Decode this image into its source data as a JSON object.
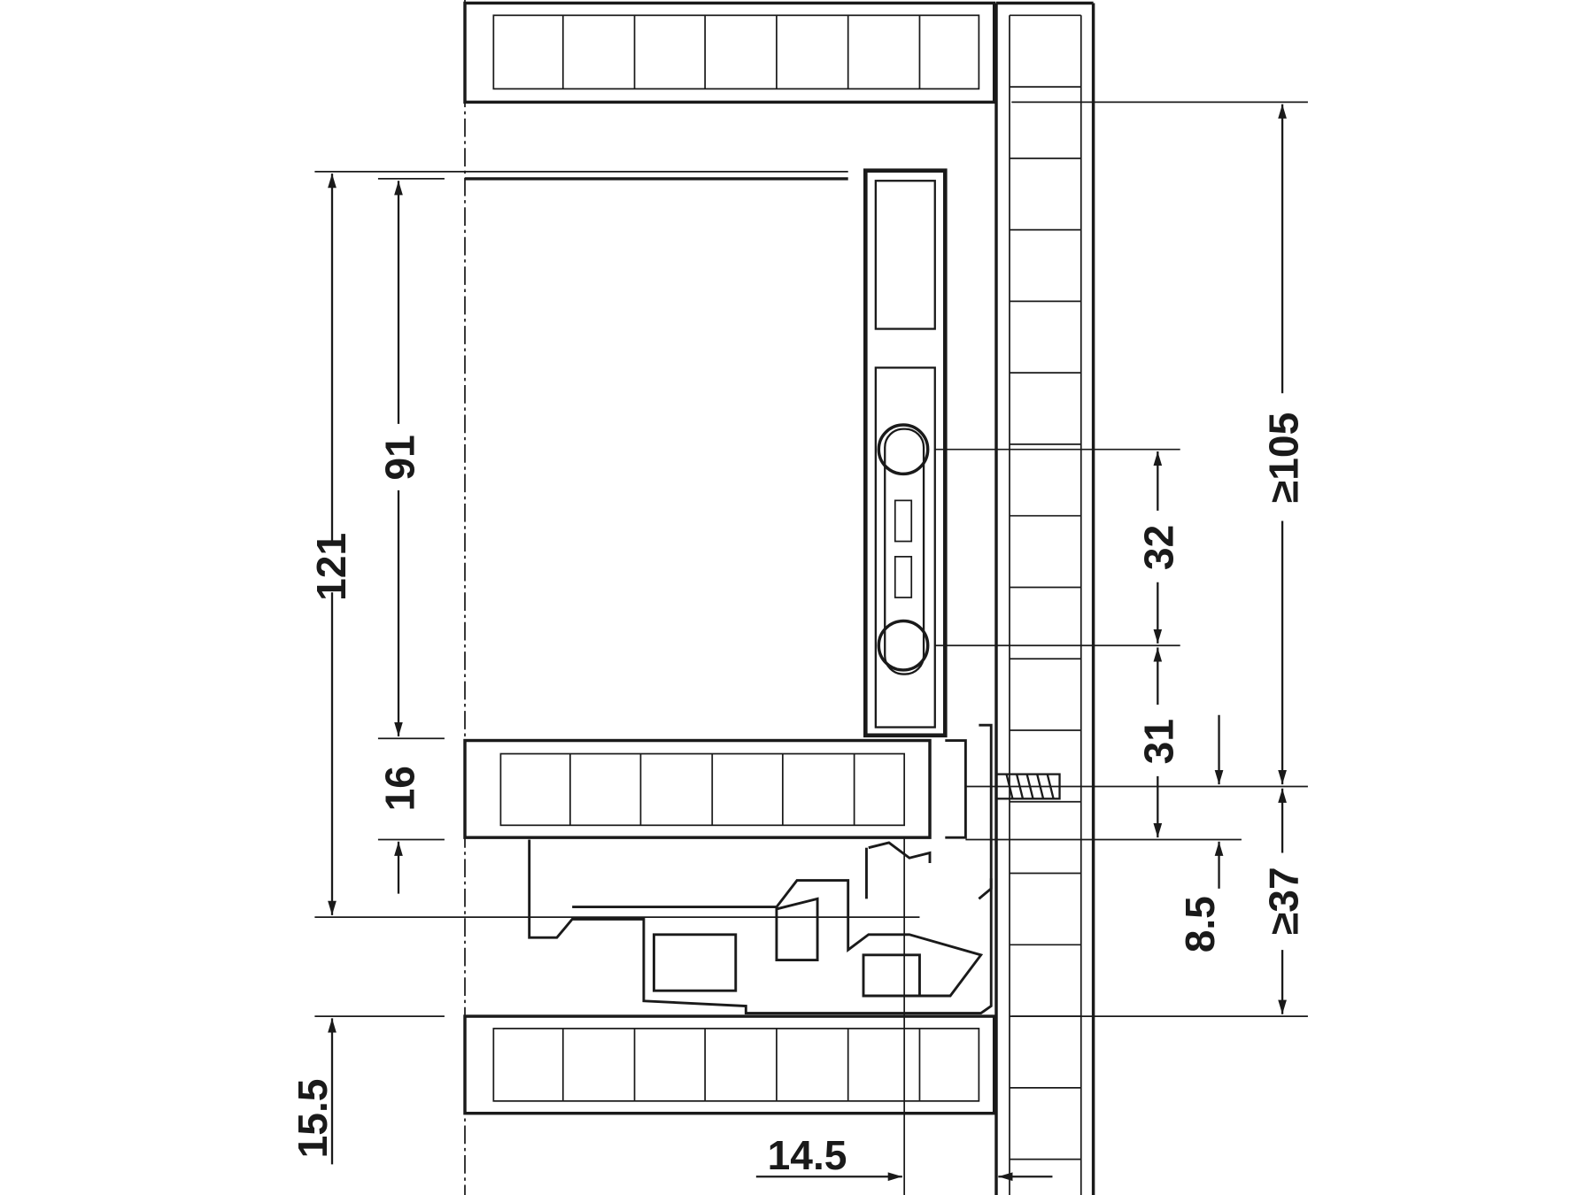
{
  "diagram": {
    "dimensions": {
      "d121": "121",
      "d91": "91",
      "d16": "16",
      "d15_5": "15.5",
      "d14_5": "14.5",
      "d32": "32",
      "d31": "31",
      "d8_5": "8.5",
      "d105": "≥105",
      "d37": "≥37"
    },
    "colors": {
      "line": "#1a1a1a",
      "background": "#ffffff"
    }
  }
}
